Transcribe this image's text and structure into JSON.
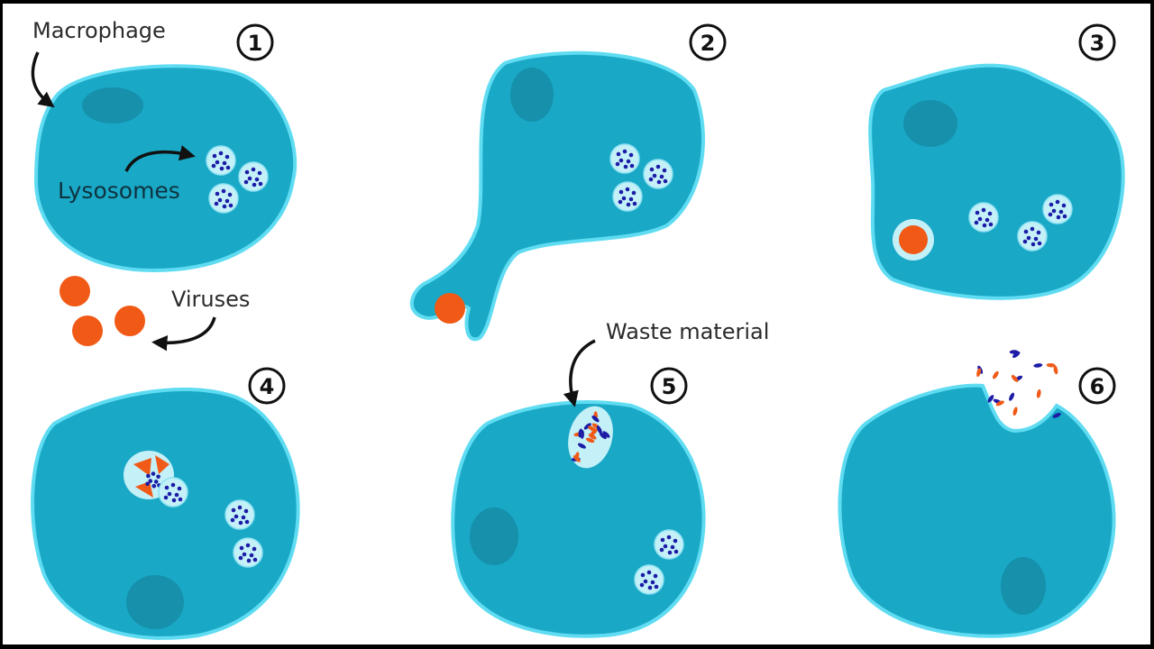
{
  "labels": {
    "macrophage": "Macrophage",
    "lysosomes": "Lysosomes",
    "viruses": "Viruses",
    "waste_material": "Waste material"
  },
  "steps": [
    "1",
    "2",
    "3",
    "4",
    "5",
    "6"
  ],
  "colors": {
    "cell": "#19a8c6",
    "cell_outline": "#5fdcf2",
    "nucleus": "#1690ab",
    "lysosome": "#c4f0f8",
    "enzyme": "#1c1ca6",
    "virus": "#f05a16"
  }
}
